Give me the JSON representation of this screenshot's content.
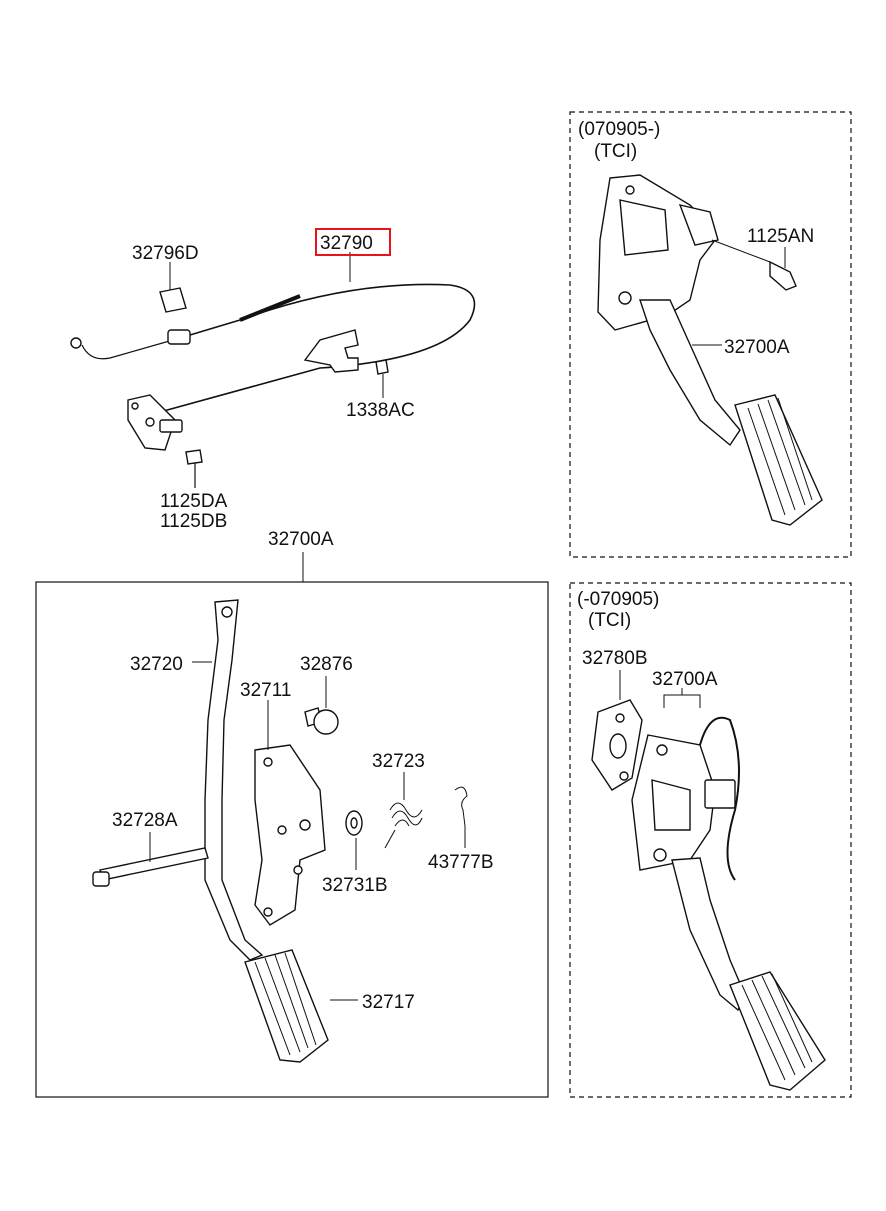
{
  "labels": {
    "cable_part": "32790",
    "clip_part": "32796D",
    "nut_part": "1338AC",
    "bolt_part_a": "1125DA",
    "bolt_part_b": "1125DB",
    "assembly_part": "32700A",
    "arm_part": "32720",
    "bracket_part": "32711",
    "stopper_part": "32876",
    "spring_part": "32723",
    "shaft_part": "32728A",
    "washer_part": "32731B",
    "pin_part": "43777B",
    "pad_part": "32717",
    "tci_new_range": "(070905-)",
    "tci_new_tag": "(TCI)",
    "tci_new_bolt": "1125AN",
    "tci_new_assembly": "32700A",
    "tci_old_range": "(-070905)",
    "tci_old_tag": "(TCI)",
    "tci_old_plate": "32780B",
    "tci_old_assembly": "32700A"
  },
  "colors": {
    "highlight": "#e8141c",
    "line": "#111111"
  }
}
